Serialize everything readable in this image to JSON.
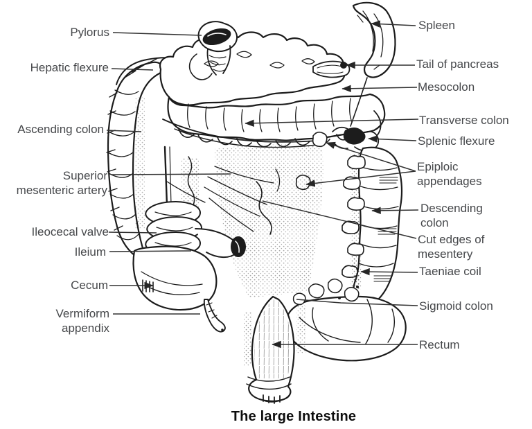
{
  "figure": {
    "caption": "The large Intestine",
    "colors": {
      "ink": "#1c1c1c",
      "label_text": "#45474a",
      "leader_line": "#303030",
      "background": "#ffffff"
    },
    "labels": {
      "pylorus": "Pylorus",
      "hepatic_flexure": "Hepatic flexure",
      "ascending_colon": "Ascending colon",
      "superior_mesenteric_artery": "Superior\nmesenteric artery",
      "ileocecal_valve": "Ileocecal valve",
      "ileium": "Ileium",
      "cecum": "Cecum",
      "vermiform_appendix": "Vermiform\nappendix",
      "spleen": "Spleen",
      "tail_of_pancreas": "Tail of pancreas",
      "mesocolon": "Mesocolon",
      "transverse_colon": "Transverse colon",
      "splenic_flexure": "Splenic flexure",
      "epiploic_appendages": "Epiploic\nappendages",
      "descending_colon": "Descending\ncolon",
      "cut_edges_of_mesentery": "Cut edges of\nmesentery",
      "taeniae_coil": "Taeniae coil",
      "sigmoid_colon": "Sigmoid colon",
      "rectum": "Rectum"
    }
  }
}
